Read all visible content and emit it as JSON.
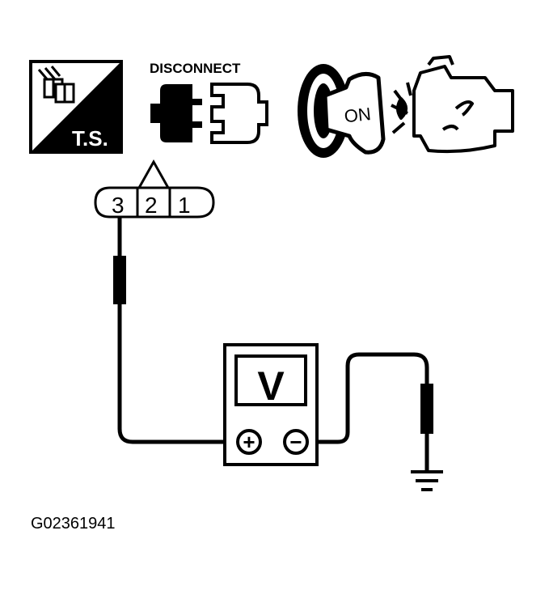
{
  "header_icons": {
    "ts_label": "T.S.",
    "disconnect_label": "DISCONNECT",
    "ignition_label": "ON"
  },
  "connector": {
    "pins": [
      "3",
      "2",
      "1"
    ]
  },
  "voltmeter": {
    "display": "V",
    "positive_terminal": "+",
    "negative_terminal": "−"
  },
  "figure_id": "G02361941"
}
